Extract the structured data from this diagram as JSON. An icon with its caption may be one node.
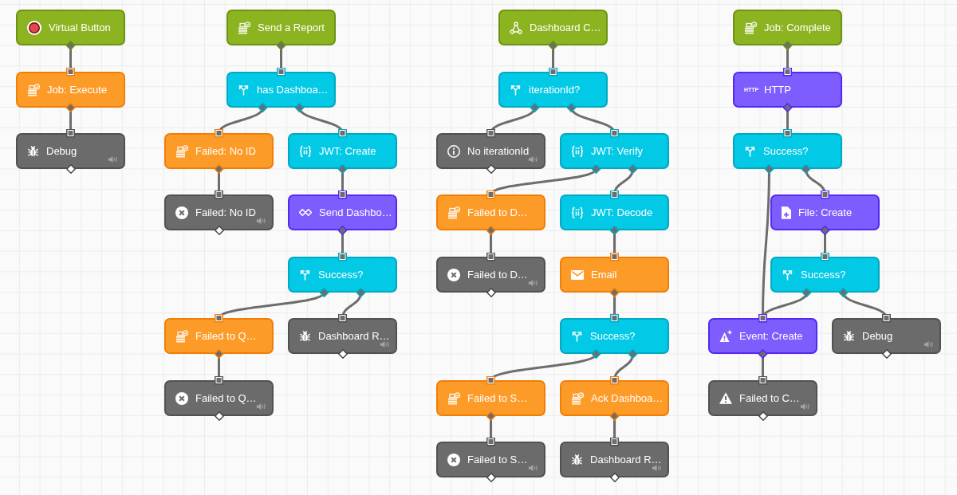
{
  "diagram": {
    "nodes": [
      {
        "text": [
          "Virtual Button"
        ]
      },
      {
        "text": [
          "Job: Execute"
        ]
      },
      {
        "text": [
          "Debug"
        ]
      },
      {
        "text": [
          "Send a Report"
        ]
      },
      {
        "text": [
          "has Dashboa…"
        ]
      },
      {
        "text": [
          "Failed: No ID"
        ]
      },
      {
        "text": [
          "JWT: Create"
        ]
      },
      {
        "text": [
          "Failed: No ID"
        ]
      },
      {
        "text": [
          "Send Dashbo…"
        ]
      },
      {
        "text": [
          "Success?"
        ]
      },
      {
        "text": [
          "Failed to Q…"
        ]
      },
      {
        "text": [
          "Dashboard R…"
        ]
      },
      {
        "text": [
          "Failed to Q…"
        ]
      },
      {
        "text": [
          "Dashboard C…"
        ]
      },
      {
        "text": [
          "iterationId?"
        ]
      },
      {
        "text": [
          "No iterationId"
        ]
      },
      {
        "text": [
          "JWT: Verify"
        ]
      },
      {
        "text": [
          "Failed to D…"
        ]
      },
      {
        "text": [
          "JWT: Decode"
        ]
      },
      {
        "text": [
          "Failed to D…"
        ]
      },
      {
        "text": [
          "Email"
        ]
      },
      {
        "text": [
          "Success?"
        ]
      },
      {
        "text": [
          "Failed to S…"
        ]
      },
      {
        "text": [
          "Ack Dashboa…"
        ]
      },
      {
        "text": [
          "Failed to S…"
        ]
      },
      {
        "text": [
          "Dashboard R…"
        ]
      },
      {
        "text": [
          "Job: Complete"
        ]
      },
      {
        "text": [
          "HTTP",
          "HTTP"
        ]
      },
      {
        "text": [
          "Success?"
        ]
      },
      {
        "text": [
          "File: Create"
        ]
      },
      {
        "text": [
          "Success?"
        ]
      },
      {
        "text": [
          "Event: Create"
        ]
      },
      {
        "text": [
          "Debug"
        ]
      },
      {
        "text": [
          "Failed to C…"
        ]
      }
    ],
    "edges": [
      {
        "from": 0,
        "to": 1,
        "arrow": "other"
      },
      {
        "from": 1,
        "to": 2,
        "arrow": "other"
      },
      {
        "from": 3,
        "to": 4,
        "arrow": "other"
      },
      {
        "from": 4,
        "to": 5,
        "arrow": "other"
      },
      {
        "from": 4,
        "to": 6,
        "arrow": "other"
      },
      {
        "from": 5,
        "to": 7,
        "arrow": "other"
      },
      {
        "from": 6,
        "to": 8,
        "arrow": "other"
      },
      {
        "from": 8,
        "to": 9,
        "arrow": "other"
      },
      {
        "from": 9,
        "to": 10,
        "arrow": "other"
      },
      {
        "from": 9,
        "to": 11,
        "arrow": "other"
      },
      {
        "from": 10,
        "to": 12,
        "arrow": "other"
      },
      {
        "from": 13,
        "to": 14,
        "arrow": "other"
      },
      {
        "from": 14,
        "to": 15,
        "arrow": "other"
      },
      {
        "from": 14,
        "to": 16,
        "arrow": "other"
      },
      {
        "from": 16,
        "to": 17,
        "arrow": "other"
      },
      {
        "from": 16,
        "to": 18,
        "arrow": "other"
      },
      {
        "from": 17,
        "to": 19,
        "arrow": "other"
      },
      {
        "from": 18,
        "to": 20,
        "arrow": "other"
      },
      {
        "from": 20,
        "to": 21,
        "arrow": "other"
      },
      {
        "from": 21,
        "to": 22,
        "arrow": "other"
      },
      {
        "from": 21,
        "to": 23,
        "arrow": "other"
      },
      {
        "from": 22,
        "to": 24,
        "arrow": "other"
      },
      {
        "from": 23,
        "to": 25,
        "arrow": "other"
      },
      {
        "from": 26,
        "to": 27,
        "arrow": "other"
      },
      {
        "from": 27,
        "to": 28,
        "arrow": "other"
      },
      {
        "from": 28,
        "to": 31,
        "arrow": "other"
      },
      {
        "from": 28,
        "to": 29,
        "arrow": "other"
      },
      {
        "from": 29,
        "to": 30,
        "arrow": "other"
      },
      {
        "from": 30,
        "to": 31,
        "arrow": "other"
      },
      {
        "from": 30,
        "to": 32,
        "arrow": "other"
      },
      {
        "from": 31,
        "to": 33,
        "arrow": "other"
      }
    ]
  }
}
